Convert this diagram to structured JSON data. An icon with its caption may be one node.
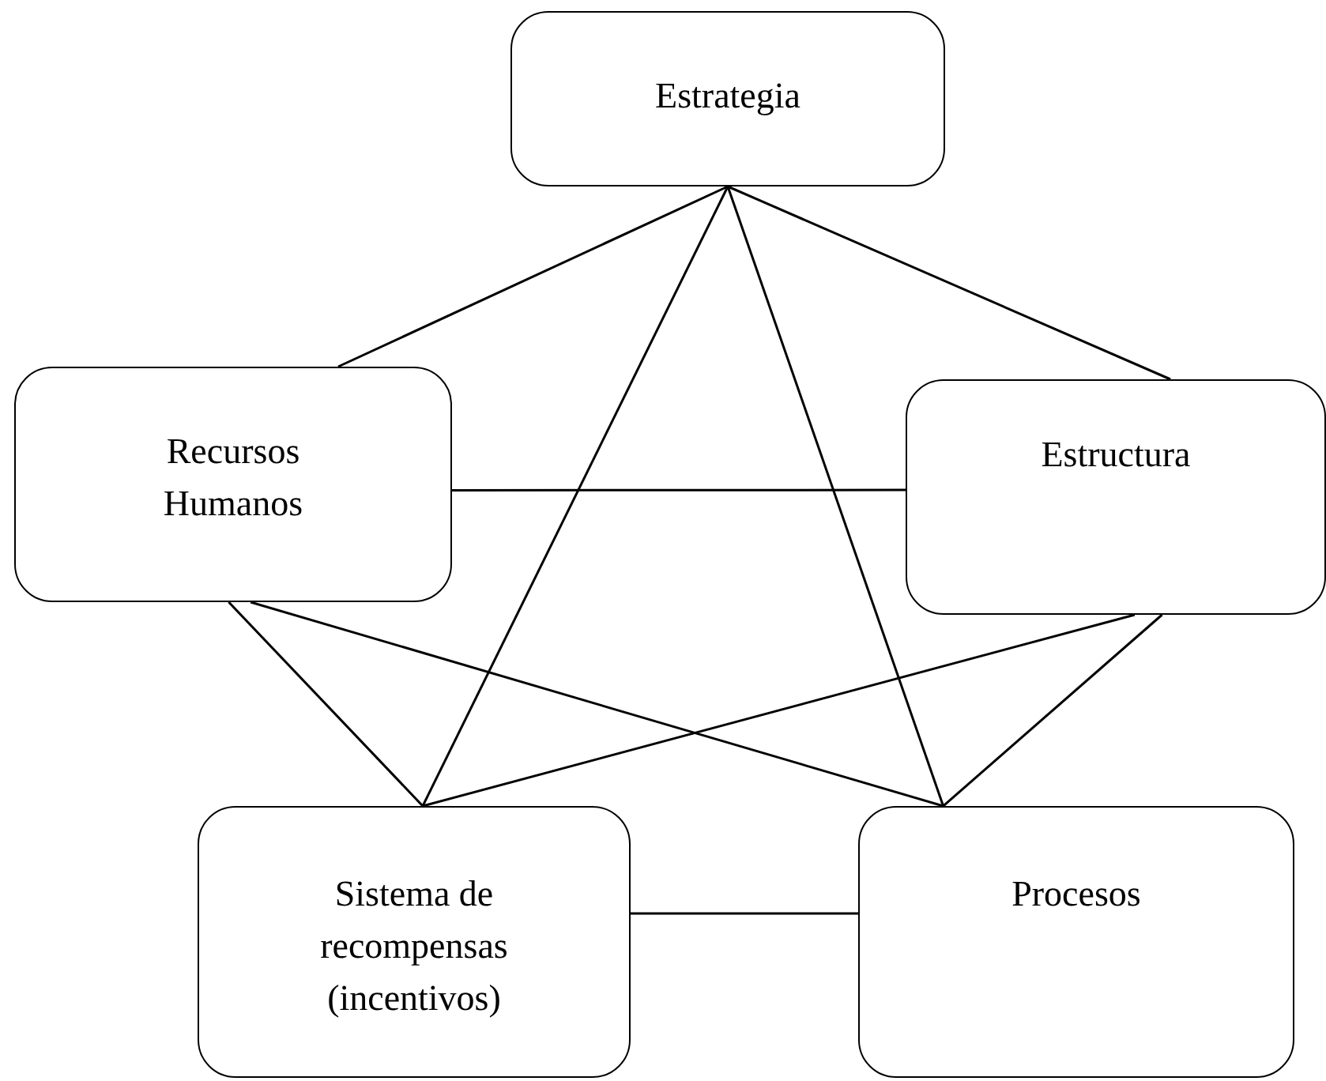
{
  "diagram": {
    "nodes": [
      {
        "text": [
          "Estrategia"
        ]
      },
      {
        "text": [
          "Recursos Humanos"
        ]
      },
      {
        "text": [
          "Estructura"
        ]
      },
      {
        "text": [
          "Sistema de recompensas (incentivos)"
        ]
      },
      {
        "text": [
          "Procesos"
        ]
      }
    ],
    "edges": [
      {
        "from": 0,
        "to": 1,
        "arrow": "none"
      },
      {
        "from": 0,
        "to": 2,
        "arrow": "none"
      },
      {
        "from": 0,
        "to": 3,
        "arrow": "none"
      },
      {
        "from": 0,
        "to": 4,
        "arrow": "none"
      },
      {
        "from": 1,
        "to": 2,
        "arrow": "none"
      },
      {
        "from": 1,
        "to": 3,
        "arrow": "none"
      },
      {
        "from": 1,
        "to": 4,
        "arrow": "none"
      },
      {
        "from": 2,
        "to": 3,
        "arrow": "none"
      },
      {
        "from": 2,
        "to": 4,
        "arrow": "none"
      },
      {
        "from": 3,
        "to": 4,
        "arrow": "none"
      }
    ]
  }
}
